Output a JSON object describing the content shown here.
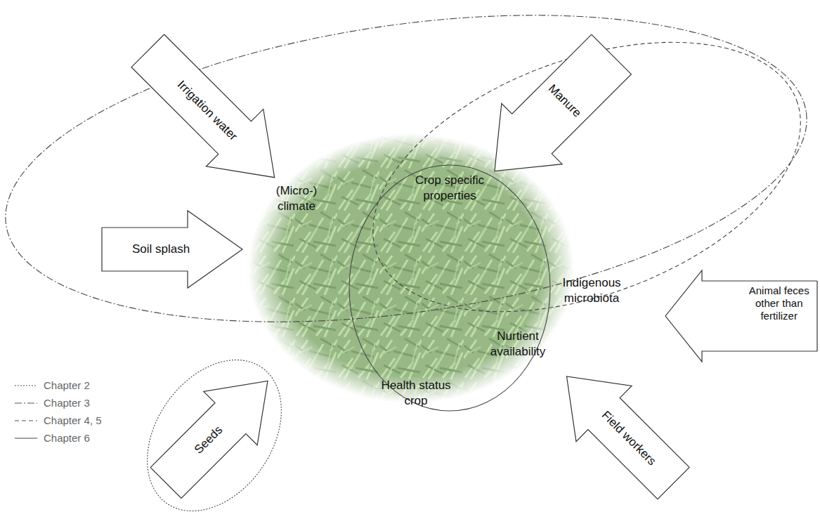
{
  "diagram": {
    "nodes": [
      {
        "text": [
          "Irrigation water"
        ]
      },
      {
        "text": [
          "Manure"
        ]
      },
      {
        "text": [
          "Soil splash"
        ]
      },
      {
        "text": [
          "Animal feces other than fertilizer"
        ]
      },
      {
        "text": [
          "Seeds"
        ]
      },
      {
        "text": [
          "Field workers"
        ]
      }
    ],
    "labels": [
      "(Micro-) climate",
      "Crop specific properties",
      "Indigenous microbiota",
      "Nurtient availability",
      "Health status crop"
    ],
    "legend": [
      {
        "text": "Chapter 2"
      },
      {
        "text": "Chapter 3"
      },
      {
        "text": "Chapter 4, 5"
      },
      {
        "text": "Chapter 6"
      }
    ]
  }
}
